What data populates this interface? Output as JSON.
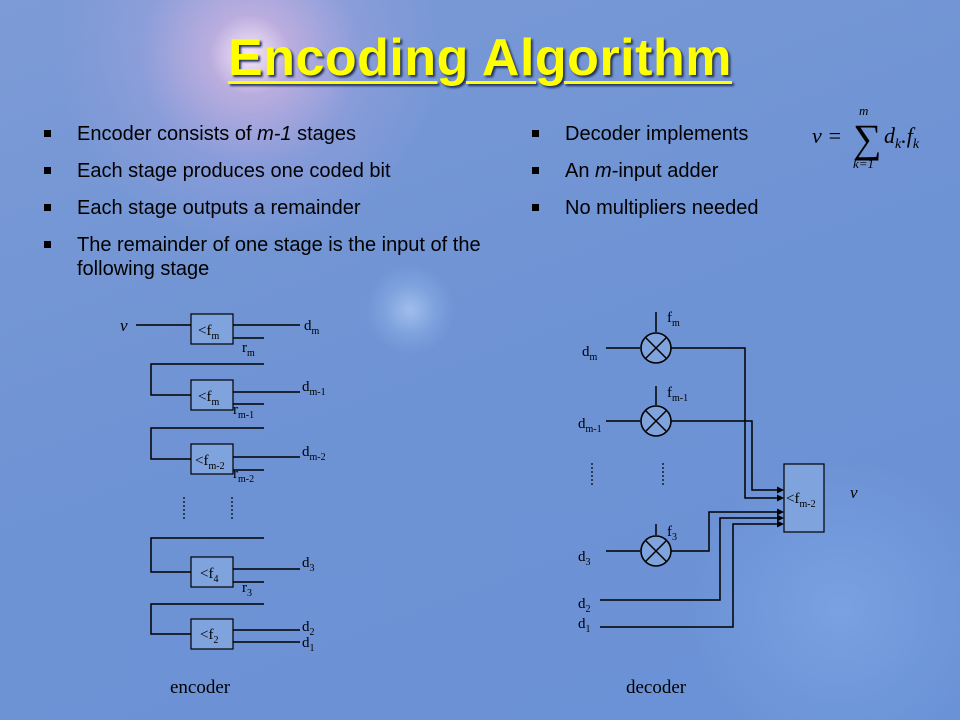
{
  "title": "Encoding Algorithm",
  "left_bullets": [
    {
      "pre": "Encoder consists of ",
      "em": "m-1",
      "post": " stages"
    },
    {
      "pre": "Each stage produces one coded bit",
      "em": "",
      "post": ""
    },
    {
      "pre": "Each stage outputs a remainder",
      "em": "",
      "post": ""
    },
    {
      "pre": "The remainder of one stage is the input of the following stage",
      "em": "",
      "post": ""
    }
  ],
  "right_bullets": [
    {
      "pre": "Decoder implements",
      "em": "",
      "post": ""
    },
    {
      "pre": "An ",
      "em": "m",
      "post": "-input adder"
    },
    {
      "pre": "No multipliers needed",
      "em": "",
      "post": ""
    }
  ],
  "formula": {
    "lhs": "v =",
    "sum_top": "m",
    "sum_bottom": "k=1",
    "term": "d",
    "term_sub": "k",
    "factor": "f",
    "factor_sub": "k"
  },
  "encoder": {
    "caption": "encoder",
    "input": "v",
    "stages": [
      {
        "divisor": "<f",
        "divisor_sub": "m",
        "out": "d",
        "out_sub": "m",
        "rem": "r",
        "rem_sub": "m"
      },
      {
        "divisor": "<f",
        "divisor_sub": "m",
        "out": "d",
        "out_sub": "m-1",
        "rem": "r",
        "rem_sub": "m-1"
      },
      {
        "divisor": "<f",
        "divisor_sub": "m-2",
        "out": "d",
        "out_sub": "m-2",
        "rem": "r",
        "rem_sub": "m-2"
      },
      {
        "divisor": "<f",
        "divisor_sub": "4",
        "out": "d",
        "out_sub": "3",
        "rem": "r",
        "rem_sub": "3"
      },
      {
        "divisor": "<f",
        "divisor_sub": "2",
        "out": "d",
        "out_sub": "2",
        "rem": "",
        "rem_sub": ""
      }
    ],
    "last_output": {
      "main": "d",
      "sub": "1"
    }
  },
  "decoder": {
    "caption": "decoder",
    "output": "v",
    "adder": {
      "main": "<f",
      "sub": "m-2"
    },
    "multipliers": [
      {
        "input": "d",
        "input_sub": "m",
        "factor": "f",
        "factor_sub": "m"
      },
      {
        "input": "d",
        "input_sub": "m-1",
        "factor": "f",
        "factor_sub": "m-1"
      },
      {
        "input": "d",
        "input_sub": "3",
        "factor": "f",
        "factor_sub": "3"
      }
    ],
    "direct_inputs": [
      {
        "main": "d",
        "sub": "2"
      },
      {
        "main": "d",
        "sub": "1"
      }
    ]
  },
  "colors": {
    "title": "#ffff00",
    "background": "#6f93d4",
    "text": "#000000"
  }
}
